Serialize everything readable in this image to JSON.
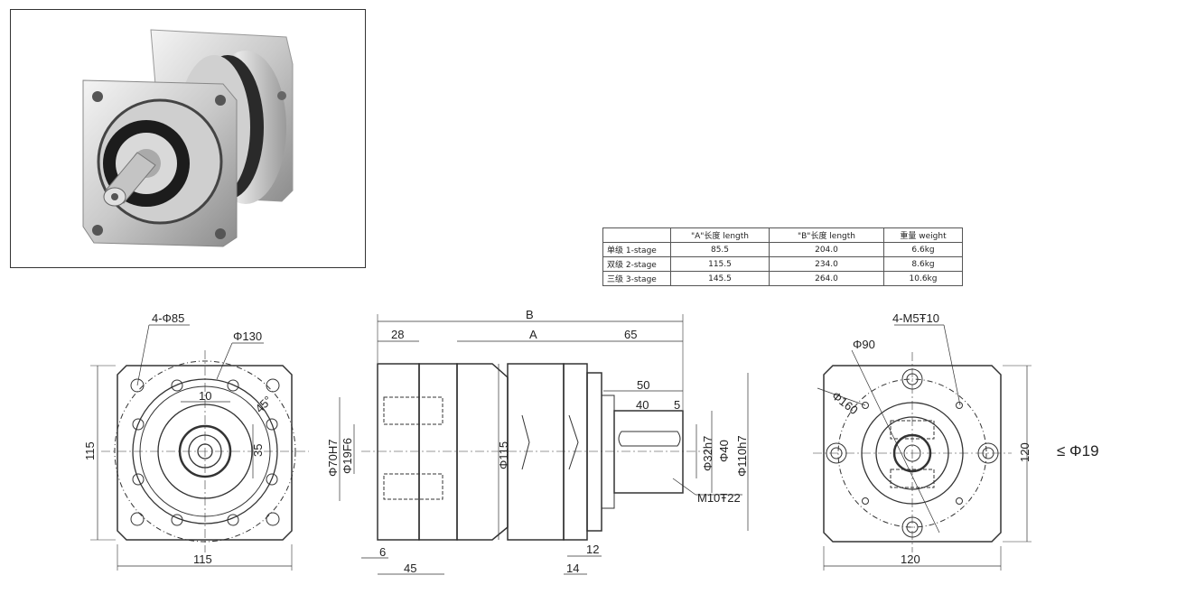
{
  "spec_table": {
    "headers": [
      "",
      "\"A\"长度 length",
      "\"B\"长度  length",
      "重量 weight"
    ],
    "rows": [
      [
        "单级 1-stage",
        "85.5",
        "204.0",
        "6.6kg"
      ],
      [
        "双级 2-stage",
        "115.5",
        "234.0",
        "8.6kg"
      ],
      [
        "三级 3-stage",
        "145.5",
        "264.0",
        "10.6kg"
      ]
    ]
  },
  "front_view": {
    "holes": "4-Φ85",
    "pcd": "Φ130",
    "keyway": "10",
    "depth": "35",
    "height": "115",
    "width": "115",
    "angle": "45°"
  },
  "side_view": {
    "b": "B",
    "a": "A",
    "flange": "28",
    "shaft_len": "65",
    "d_input": "Φ70H7",
    "d_bore": "Φ19F6",
    "d_body": "Φ115",
    "key_len": "50",
    "key_off": "40",
    "key_end": "5",
    "d_shaft": "Φ32h7",
    "d_step": "Φ40",
    "d_pilot": "Φ110h7",
    "tap": "M10Ŧ22",
    "left_six": "6",
    "left_45": "45",
    "right_12": "12",
    "right_14": "14"
  },
  "rear_view": {
    "holes": "4-M5Ŧ10",
    "d_90": "Φ90",
    "d_160": "Φ160",
    "height": "120",
    "width": "120",
    "note": "≤ Φ19"
  }
}
